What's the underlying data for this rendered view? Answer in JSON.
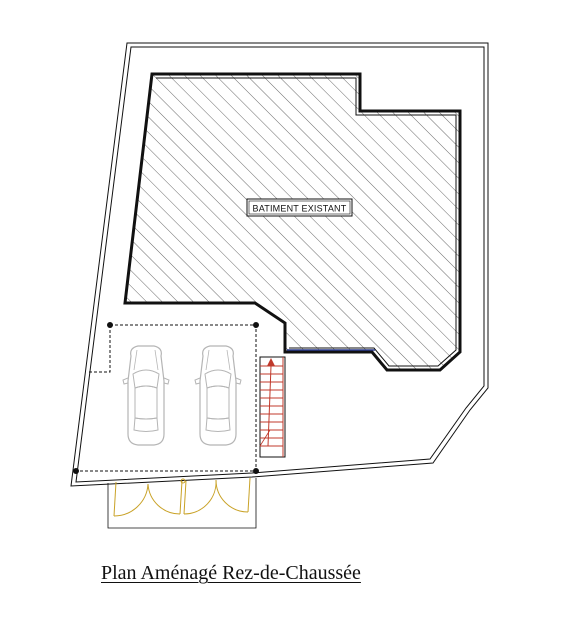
{
  "plan": {
    "building_label": "BATIMENT EXISTANT",
    "caption": "Plan Aménagé Rez-de-Chaussée"
  },
  "colors": {
    "line": "#111111",
    "hatch": "#444444",
    "stair": "#c0392b",
    "door": "#c9a227",
    "wall_accent": "#2a3a8c",
    "car": "#b5b5b5"
  },
  "elements": {
    "parking_spaces": 2,
    "stair_steps": 11,
    "garage_doors": 2
  }
}
